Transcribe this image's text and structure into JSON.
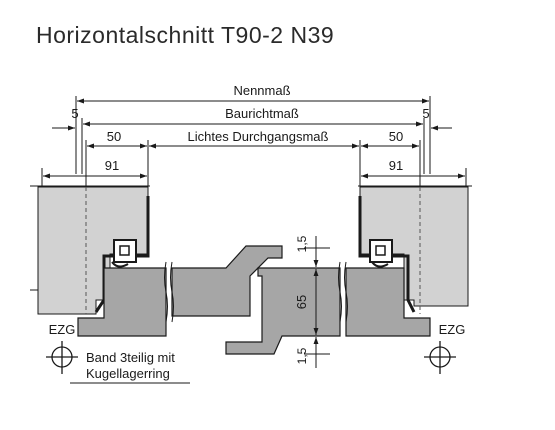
{
  "title": "Horizontalschnitt T90-2 N39",
  "dimensions": {
    "nennmass": "Nennmaß",
    "baurichtmass": "Baurichtmaß",
    "lichtes": "Lichtes Durchgangsmaß",
    "left_offset": "5",
    "right_offset": "5",
    "left_50": "50",
    "right_50": "50",
    "left_91": "91",
    "right_91": "91",
    "gap_top": "1,5",
    "leaf_thickness": "65",
    "gap_bottom": "1,5"
  },
  "labels": {
    "ezg_left": "EZG",
    "ezg_right": "EZG",
    "hinge_line1": "Band 3teilig mit",
    "hinge_line2": "Kugellagerring"
  },
  "colors": {
    "leaf": "#a6a6a6",
    "frame": "#d2d2d2",
    "line": "#1a1a1a",
    "hatch": "#333333"
  }
}
